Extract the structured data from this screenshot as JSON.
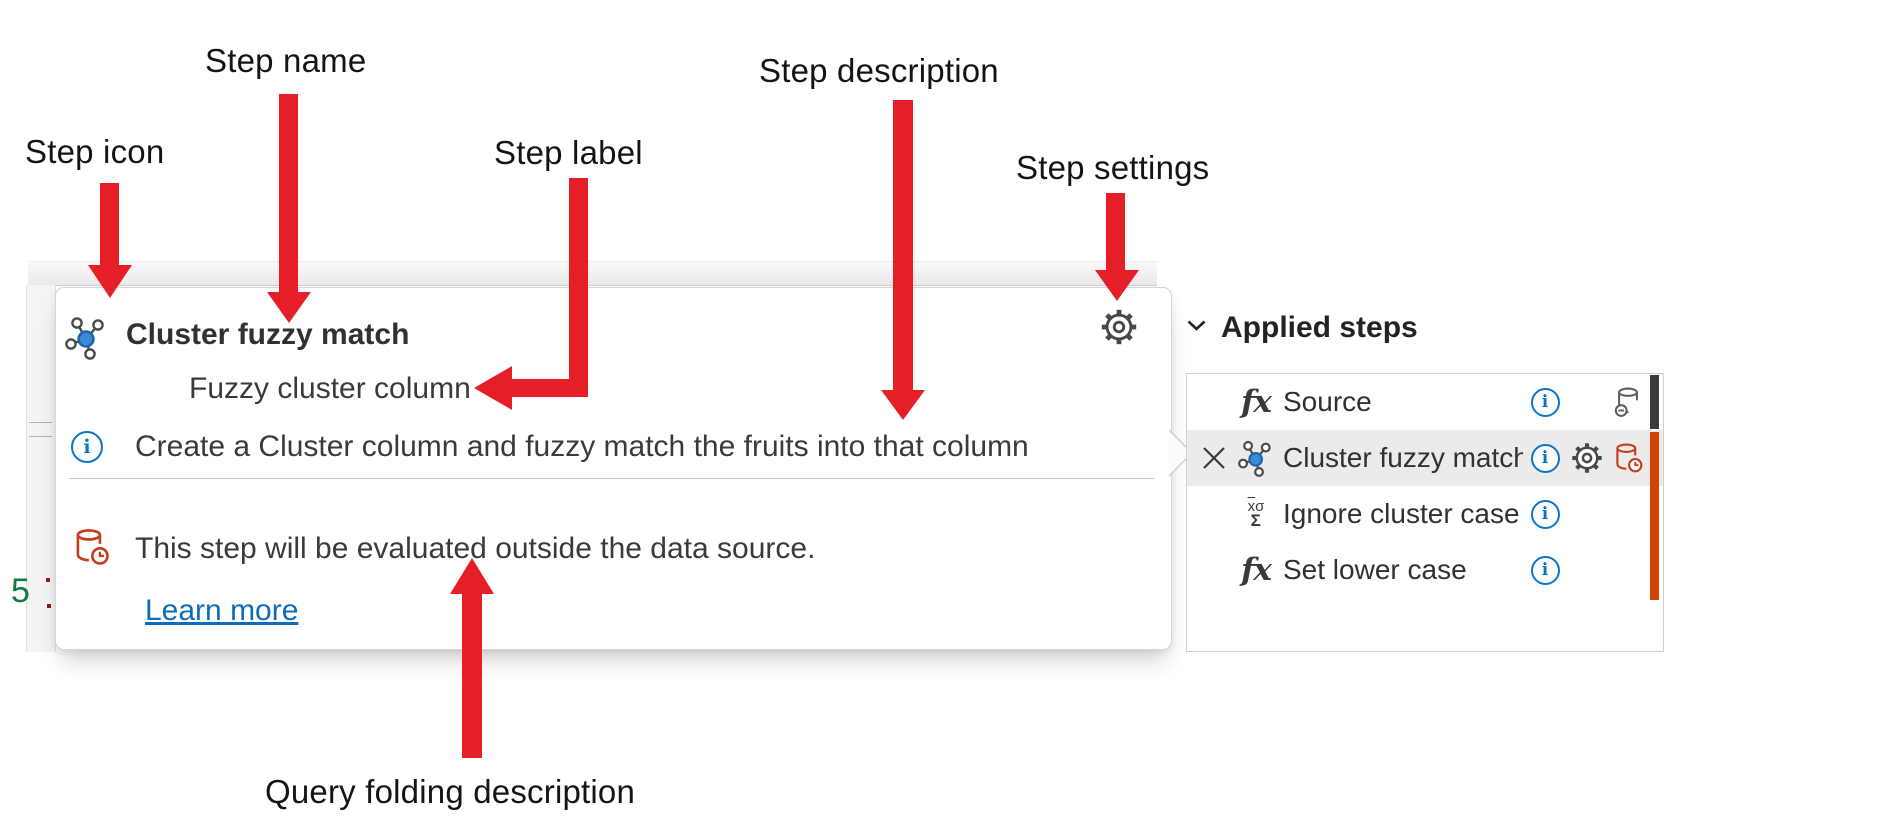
{
  "annotations": {
    "step_icon": "Step icon",
    "step_name": "Step name",
    "step_label": "Step label",
    "step_description": "Step description",
    "step_settings": "Step settings",
    "query_folding": "Query folding description"
  },
  "card": {
    "step_name": "Cluster fuzzy match",
    "step_label": "Fuzzy cluster column",
    "step_description": "Create a Cluster column and fuzzy match the fruits into that column",
    "info_icon": "info-icon",
    "step_icon": "cluster-icon",
    "settings_icon": "settings-gear-icon",
    "folding_icon": "database-clock-icon",
    "folding_text": "This step will be evaluated outside the data source.",
    "learn_more_label": "Learn more"
  },
  "editor": {
    "line_number": "5"
  },
  "applied_steps": {
    "title": "Applied steps",
    "rows": [
      {
        "icon": "fx",
        "label": "Source",
        "info": true,
        "trailing": "db-minus",
        "close": false,
        "gear": false,
        "selected": false
      },
      {
        "icon": "cluster",
        "label": "Cluster fuzzy match",
        "info": true,
        "gear": true,
        "trailing": "db-clock",
        "close": true,
        "selected": true
      },
      {
        "icon": "sigma",
        "label": "Ignore cluster case",
        "info": true,
        "close": false,
        "gear": false,
        "selected": false
      },
      {
        "icon": "fx",
        "label": "Set lower case",
        "info": true,
        "close": false,
        "gear": false,
        "selected": false
      }
    ]
  },
  "colors": {
    "annotation_arrow": "#e61e28",
    "info_blue": "#0b76c8",
    "link_blue": "#0f6cbd",
    "folding_red": "#c43e1c",
    "indicator_orange": "#cf4307",
    "indicator_dark": "#3b3a39",
    "selected_row": "#edebe9"
  }
}
